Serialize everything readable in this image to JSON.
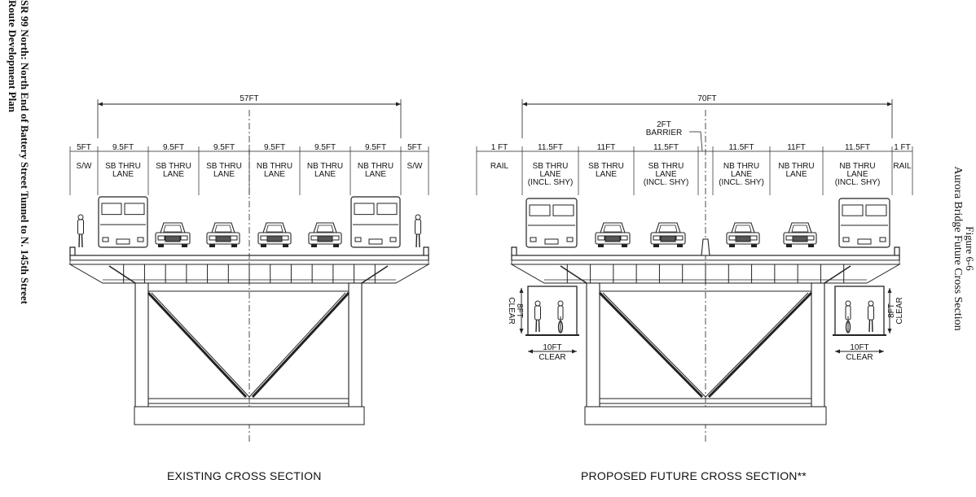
{
  "left_vertical": {
    "line1": "SR 99 North:  North End of Battery Street Tunnel to N. 145th Street",
    "line2": "Route Development Plan"
  },
  "right_vertical": {
    "line1": "Figure 6-6",
    "line2": "Aurora Bridge Future Cross Section"
  },
  "existing": {
    "caption": "EXISTING CROSS SECTION",
    "total_width": "57FT",
    "lanes": [
      {
        "width": "5FT",
        "label": [
          "S/W"
        ]
      },
      {
        "width": "9.5FT",
        "label": [
          "SB THRU",
          "LANE"
        ]
      },
      {
        "width": "9.5FT",
        "label": [
          "SB THRU",
          "LANE"
        ]
      },
      {
        "width": "9.5FT",
        "label": [
          "SB THRU",
          "LANE"
        ]
      },
      {
        "width": "9.5FT",
        "label": [
          "NB THRU",
          "LANE"
        ]
      },
      {
        "width": "9.5FT",
        "label": [
          "NB THRU",
          "LANE"
        ]
      },
      {
        "width": "9.5FT",
        "label": [
          "NB THRU",
          "LANE"
        ]
      },
      {
        "width": "5FT",
        "label": [
          "S/W"
        ]
      }
    ]
  },
  "proposed": {
    "caption": "PROPOSED FUTURE CROSS SECTION**",
    "total_width": "70FT",
    "barrier_width": "2FT",
    "barrier_label": "BARRIER",
    "lanes": [
      {
        "width": "1 FT",
        "label": [
          "RAIL"
        ]
      },
      {
        "width": "11.5FT",
        "label": [
          "SB THRU",
          "LANE",
          "(INCL. SHY)"
        ]
      },
      {
        "width": "11FT",
        "label": [
          "SB THRU",
          "LANE"
        ]
      },
      {
        "width": "11.5FT",
        "label": [
          "SB THRU",
          "LANE",
          "(INCL. SHY)"
        ]
      },
      {
        "width": "11.5FT",
        "label": [
          "NB THRU",
          "LANE",
          "(INCL. SHY)"
        ]
      },
      {
        "width": "11FT",
        "label": [
          "NB THRU",
          "LANE"
        ]
      },
      {
        "width": "11.5FT",
        "label": [
          "NB THRU",
          "LANE",
          "(INCL. SHY)"
        ]
      },
      {
        "width": "1 FT",
        "label": [
          "RAIL"
        ]
      }
    ],
    "path_height": "8FT",
    "path_height_label": "CLEAR",
    "path_width": "10FT",
    "path_width_label": "CLEAR"
  }
}
